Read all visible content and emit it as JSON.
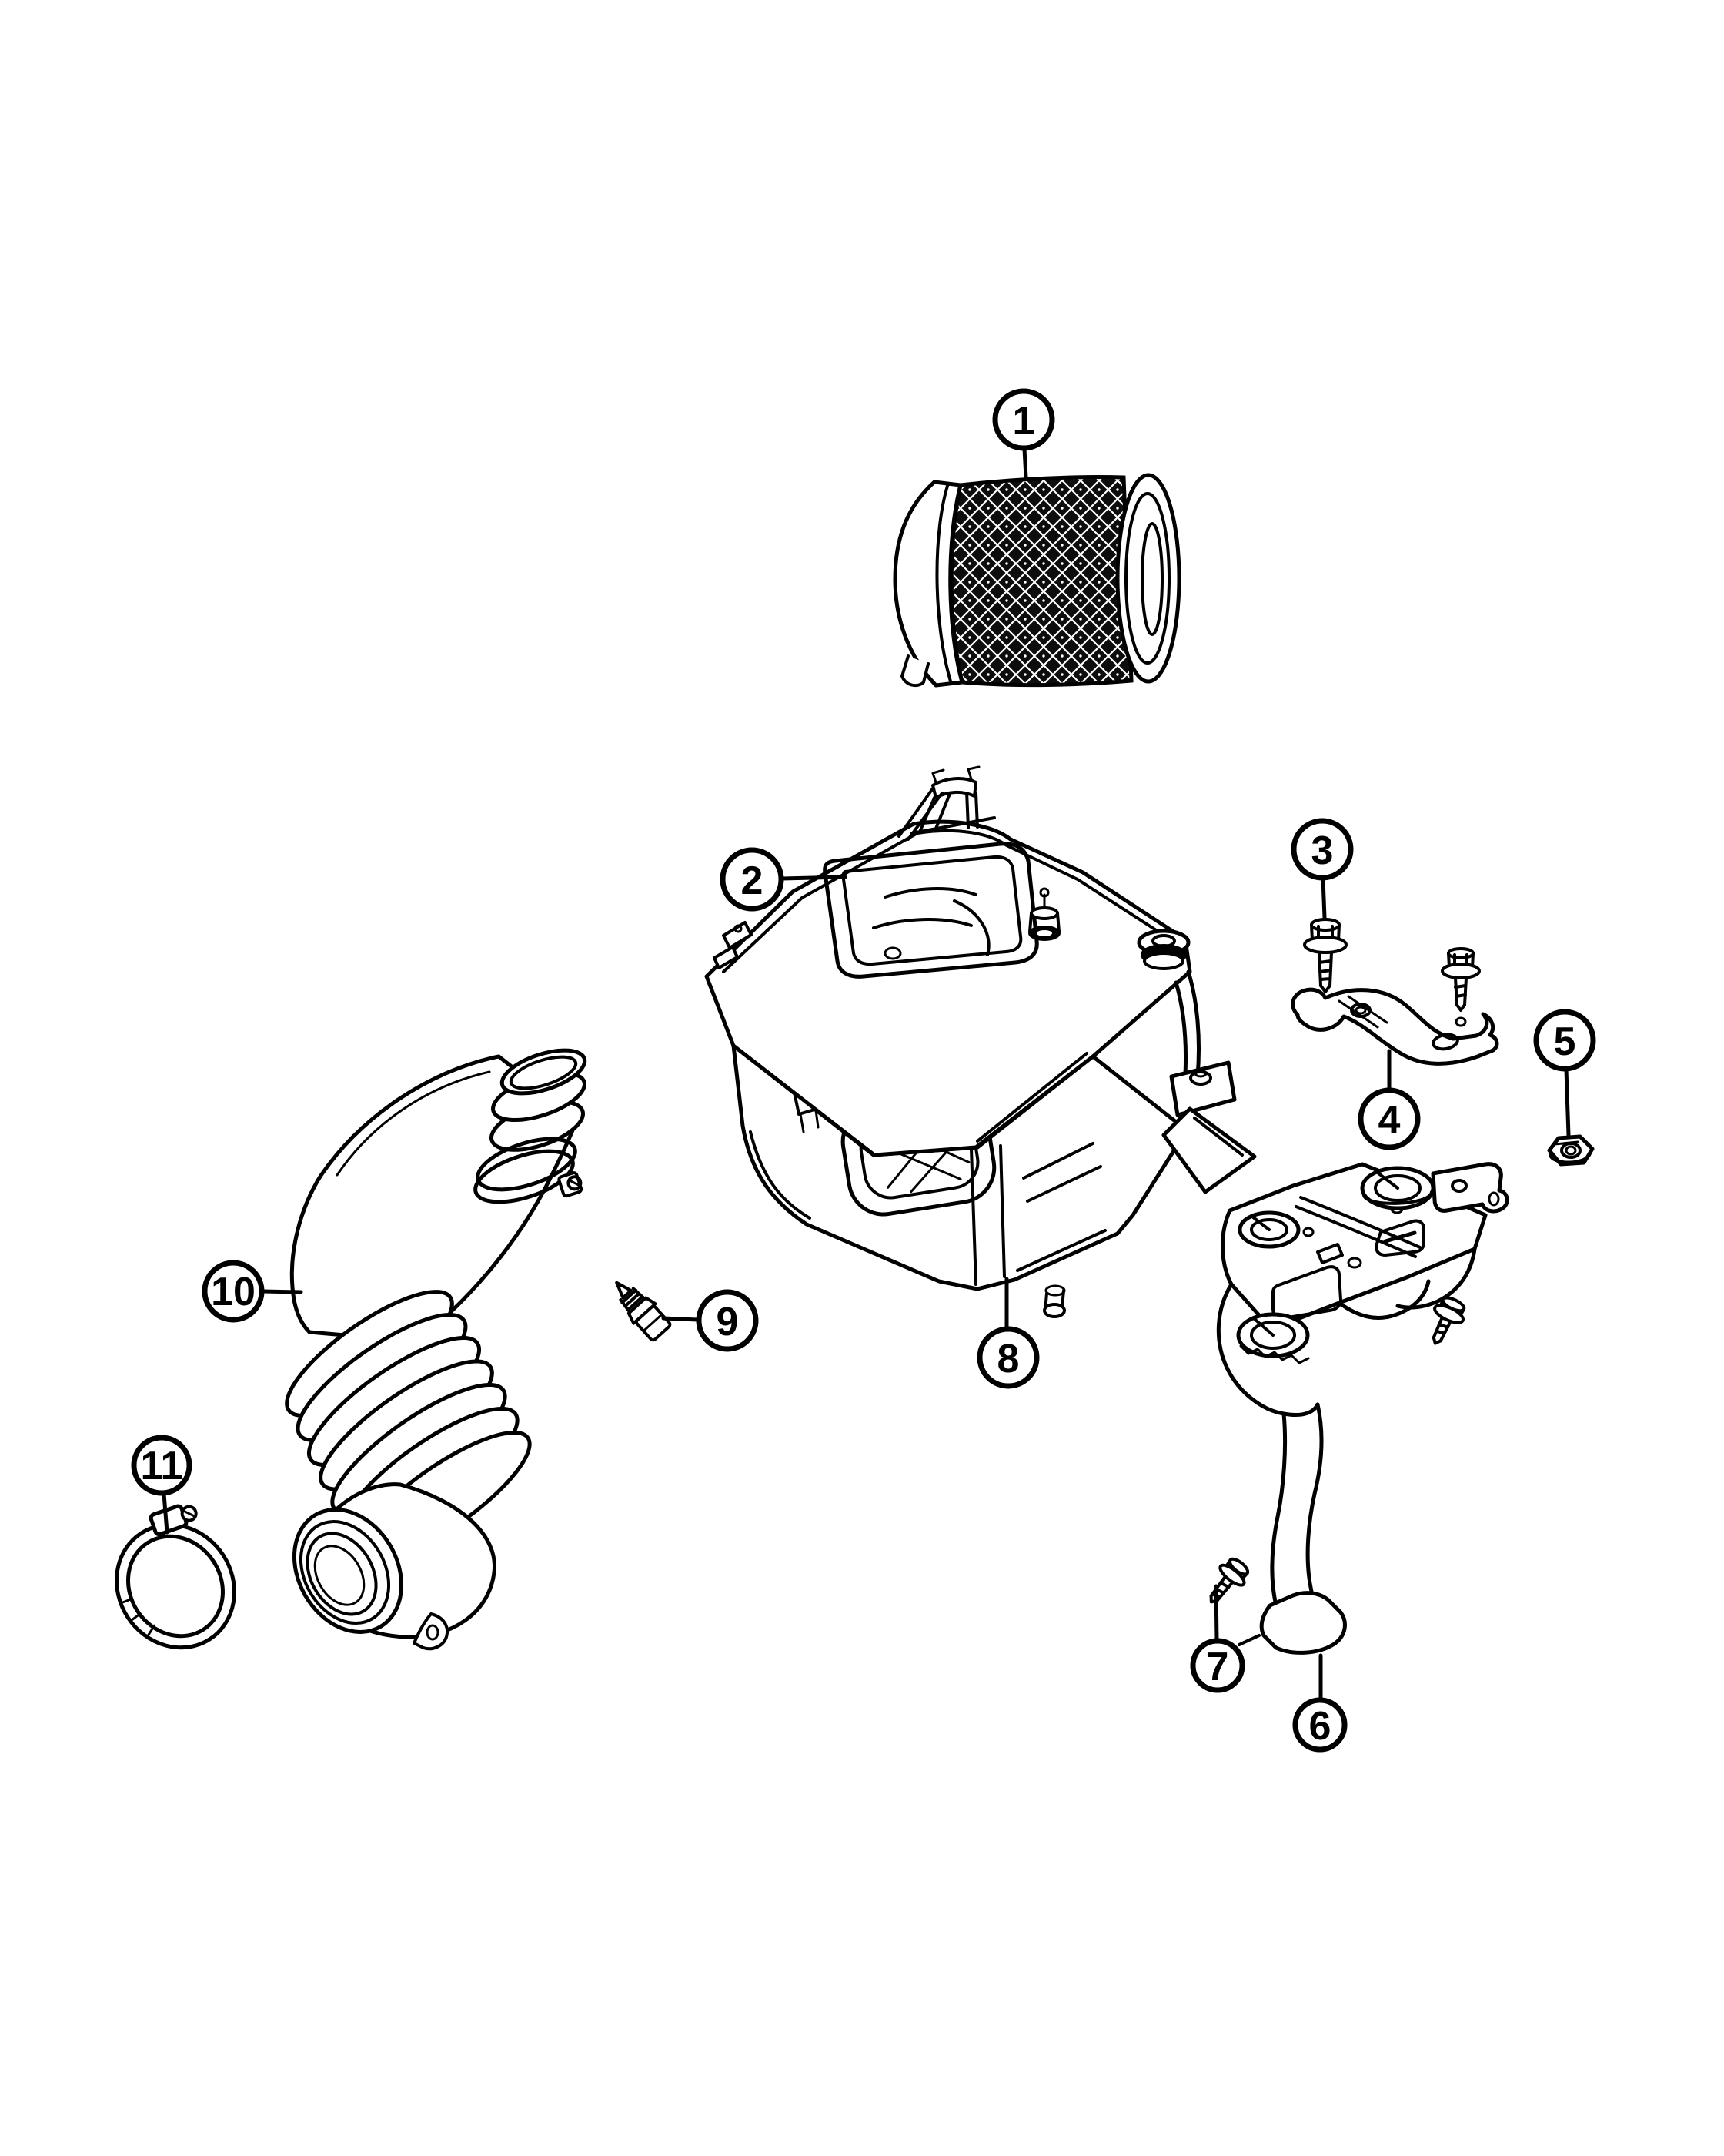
{
  "figure": {
    "background": "#ffffff",
    "line_color": "#000000",
    "callouts": [
      {
        "label": "1"
      },
      {
        "label": "2"
      },
      {
        "label": "3"
      },
      {
        "label": "4"
      },
      {
        "label": "5"
      },
      {
        "label": "6"
      },
      {
        "label": "7"
      },
      {
        "label": "8"
      },
      {
        "label": "9"
      },
      {
        "label": "10"
      },
      {
        "label": "11"
      }
    ]
  }
}
